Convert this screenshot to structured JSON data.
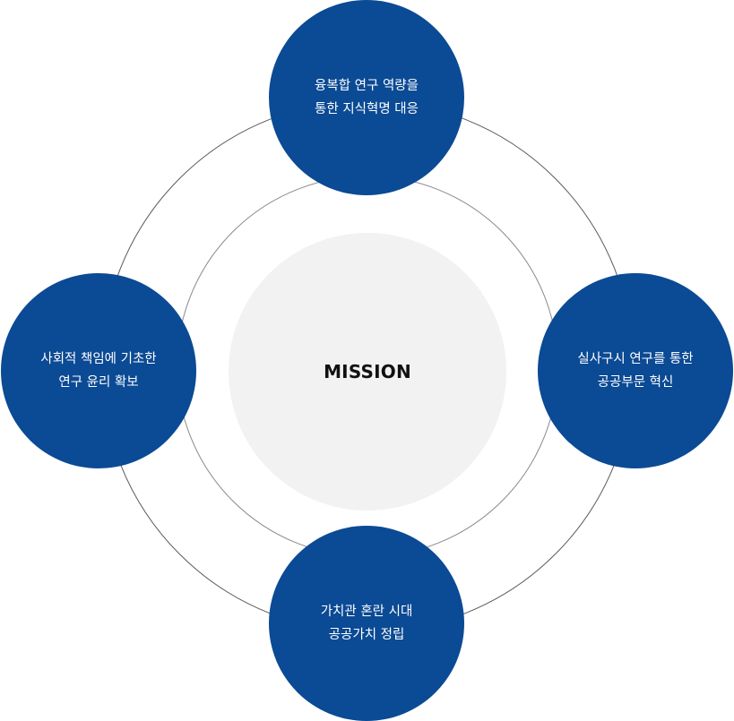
{
  "theme": {
    "node_color": "#0b4a94",
    "core_color": "#f2f2f2",
    "text_on_node": "#ffffff"
  },
  "center": {
    "label": "MISSION"
  },
  "nodes": [
    {
      "id": "top",
      "lines": [
        "융복합 연구 역량을",
        "통한 지식혁명 대응"
      ]
    },
    {
      "id": "right",
      "lines": [
        "실사구시 연구를 통한",
        "공공부문 혁신"
      ]
    },
    {
      "id": "bottom",
      "lines": [
        "가치관 혼란 시대",
        "공공가치 정립"
      ]
    },
    {
      "id": "left",
      "lines": [
        "사회적 책임에 기초한",
        "연구 윤리 확보"
      ]
    }
  ]
}
